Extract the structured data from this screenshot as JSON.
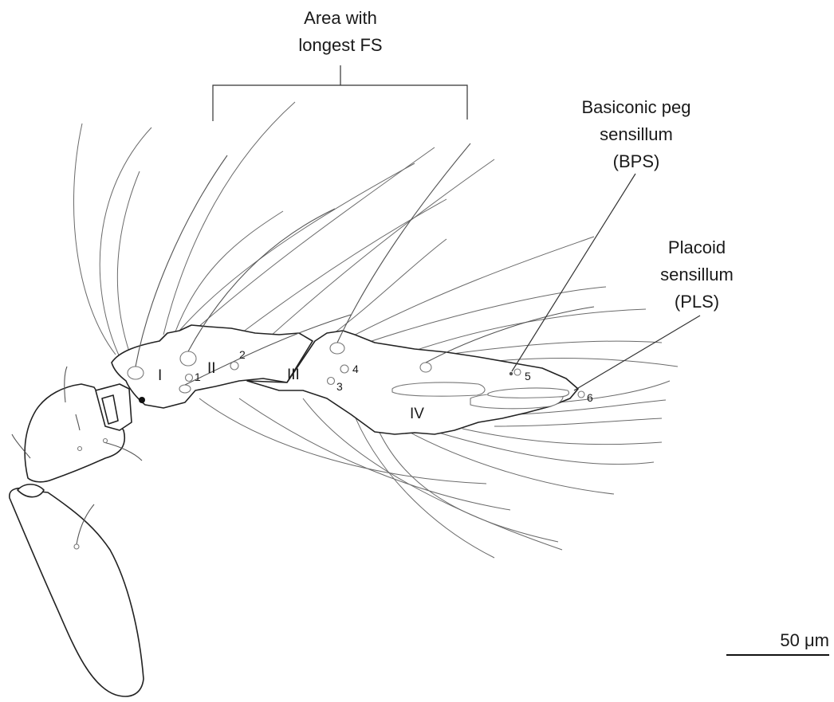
{
  "labels": {
    "area_line1": "Area with",
    "area_line2": "longest FS",
    "bps_line1": "Basiconic peg",
    "bps_line2": "sensillum",
    "bps_line3": "(BPS)",
    "pls_line1": "Placoid",
    "pls_line2": "sensillum",
    "pls_line3": "(PLS)"
  },
  "segments": [
    "I",
    "II",
    "III",
    "IV"
  ],
  "sensilla_numbers": [
    "1",
    "2",
    "3",
    "4",
    "5",
    "6"
  ],
  "scale_bar": {
    "label": "50 μm"
  }
}
